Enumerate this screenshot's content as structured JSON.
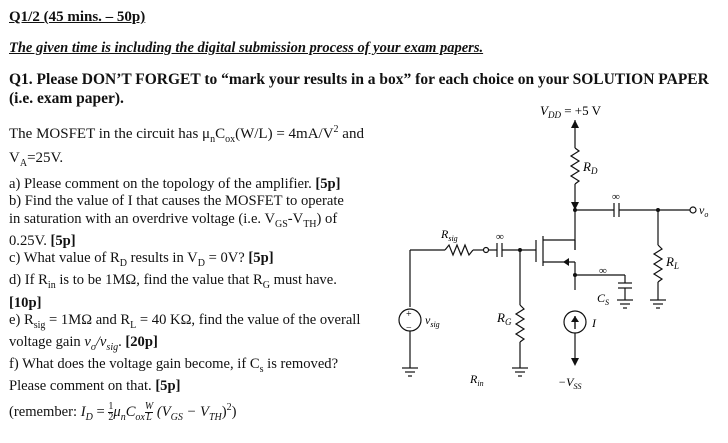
{
  "header": {
    "title": "Q1/2 (45 mins. – 50p)"
  },
  "notice": "The given time is including the digital submission process of your exam papers.",
  "question": {
    "intro": "Q1. Please DON’T FORGET to “mark your results in a box” for each choice on your SOLUTION PAPER (i.e. exam paper).",
    "statement_line1_pre": "The MOSFET in the circuit has μ",
    "statement_line1_n": "n",
    "statement_line1_c": "C",
    "statement_line1_ox": "ox",
    "statement_line1_wl": "(W/L) = 4mA/V",
    "statement_line1_sq": "2",
    "statement_line1_and": " and",
    "statement_line2": "V",
    "statement_line2_sub": "A",
    "statement_line2_val": "=25V."
  },
  "parts": {
    "a_text": "a) Please comment on the topology of the amplifier. ",
    "a_pts": "[5p]",
    "b_line1": "b) Find the value of I that causes the MOSFET to operate",
    "b_line2": "in saturation with an overdrive voltage (i.e. V",
    "b_line2_gs": "GS",
    "b_line2_mid": "-V",
    "b_line2_th": "TH",
    "b_line2_end": ") of",
    "b_line3": "0.25V. ",
    "b_pts": "[5p]",
    "c_pre": "c) What value of R",
    "c_sub1": "D",
    "c_mid": " results in V",
    "c_sub2": "D",
    "c_end": " = 0V? ",
    "c_pts": "[5p]",
    "d_pre": "d) If R",
    "d_sub1": "in",
    "d_mid": " is to be 1MΩ, find the value that R",
    "d_sub2": "G",
    "d_end": " must have.",
    "d_pts": "[10p]",
    "e_pre": "e) R",
    "e_sub1": "sig",
    "e_mid": " = 1MΩ and R",
    "e_sub2": "L",
    "e_end": " = 40 KΩ, find the value of the overall",
    "e_line2": "voltage gain ",
    "e_ratio": "v",
    "e_ratio_sub1": "o",
    "e_ratio_slash": "/v",
    "e_ratio_sub2": "sig",
    "e_line2_end": ". ",
    "e_pts": "[20p]",
    "f_line1": "f) What does the voltage gain become, if C",
    "f_sub": "s",
    "f_line1_end": " is removed?",
    "f_line2": "Please comment on that. ",
    "f_pts": "[5p]",
    "remember_pre": "(remember: ",
    "formula_id": "I",
    "formula_idsub": "D",
    "formula_eq": " = ",
    "formula_half_num": "1",
    "formula_half_den": "2",
    "formula_mu": "μ",
    "formula_mun": "n",
    "formula_c": "C",
    "formula_ox": "ox",
    "formula_w": "W",
    "formula_l": "L",
    "formula_paren": " (V",
    "formula_gs": "GS",
    "formula_minus": " − V",
    "formula_th": "TH",
    "formula_close": ")",
    "formula_sq": "2",
    "formula_end": ")"
  },
  "circuit": {
    "vdd": "V",
    "vdd_sub": "DD",
    "vdd_val": " = +5 V",
    "rd": "R",
    "rd_sub": "D",
    "cap_inf_top": "∞",
    "vo": "v",
    "vo_sub": "o",
    "rsig": "R",
    "rsig_sub": "sig",
    "cap_inf_in": "∞",
    "rl": "R",
    "rl_sub": "L",
    "cap_inf_cs": "∞",
    "cs": "C",
    "cs_sub": "S",
    "src_plus": "+",
    "src_minus": "−",
    "vsig": "v",
    "vsig_sub": "sig",
    "rg": "R",
    "rg_sub": "G",
    "i_label": "I",
    "rin": "R",
    "rin_sub": "in",
    "vss": "−V",
    "vss_sub": "SS"
  },
  "colors": {
    "text": "#111111",
    "background": "#ffffff",
    "wire": "#111111"
  }
}
